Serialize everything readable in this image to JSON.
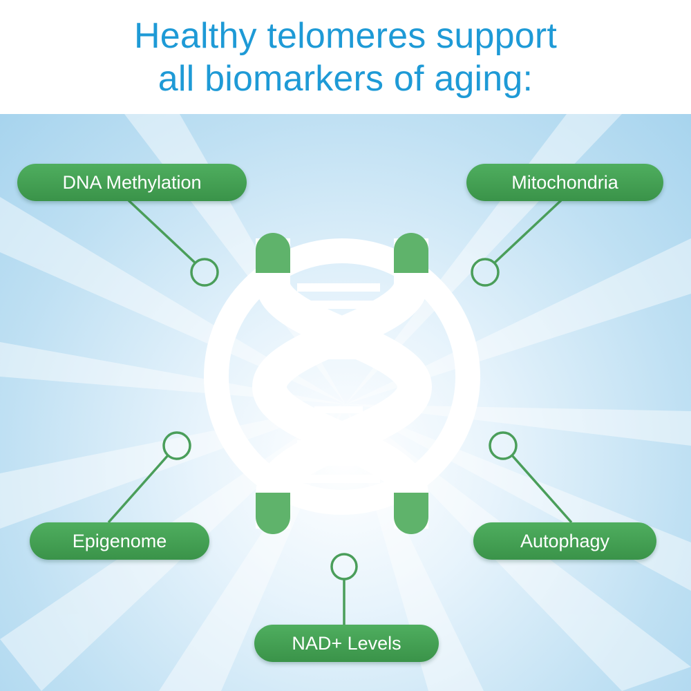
{
  "title": {
    "line1": "Healthy telomeres support",
    "line2": "all biomarkers of aging:"
  },
  "labels": {
    "dna_methylation": "DNA Methylation",
    "mitochondria": "Mitochondria",
    "epigenome": "Epigenome",
    "autophagy": "Autophagy",
    "nad_levels": "NAD+ Levels"
  },
  "colors": {
    "title": "#1e9ad6",
    "pill_green": "#43a052",
    "connector_green": "#4a9e5a",
    "telomere_green": "#5fb36b",
    "dna_white": "#ffffff"
  },
  "icons": {
    "center": "dna-chromosome-icon"
  }
}
